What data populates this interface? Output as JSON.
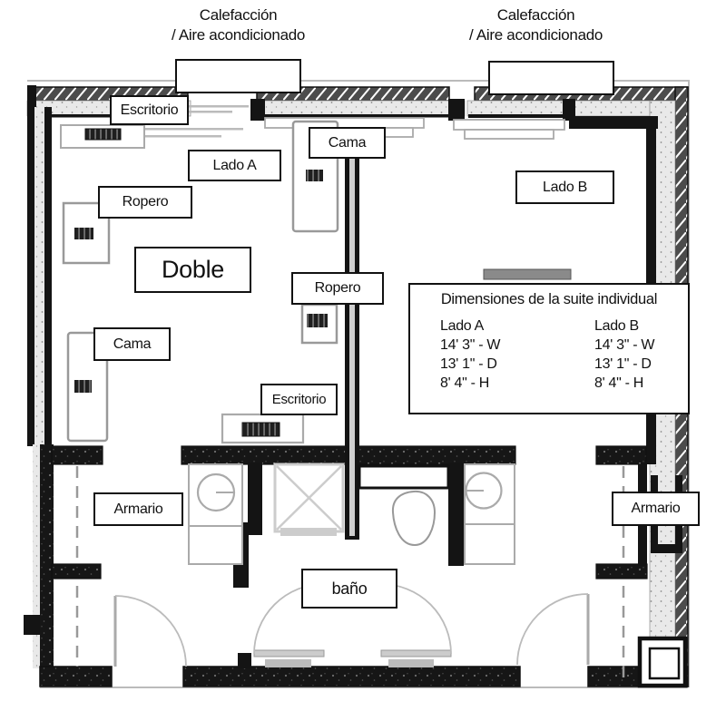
{
  "labels": {
    "escritorio_top": "Escritorio",
    "cama_top": "Cama",
    "lado_a": "Lado A",
    "lado_b": "Lado B",
    "ropero_left": "Ropero",
    "doble": "Doble",
    "ropero_mid": "Ropero",
    "cama_left": "Cama",
    "escritorio_mid": "Escritorio",
    "armario_left": "Armario",
    "armario_right": "Armario",
    "bano": "baño"
  },
  "hvac": {
    "units": [
      {
        "line1": "Calefacción",
        "line2": "/ Aire acondicionado"
      },
      {
        "line1": "Calefacción",
        "line2": "/ Aire acondicionado"
      }
    ]
  },
  "dimensions_panel": {
    "title": "Dimensiones de  la suite individual",
    "columns": [
      {
        "name": "Lado A",
        "lines": [
          "14' 3\" - W",
          "13' 1\" - D",
          "8' 4\" - H"
        ]
      },
      {
        "name": "Lado B",
        "lines": [
          "14' 3\" - W",
          "13' 1\" - D",
          "8' 4\" - H"
        ]
      }
    ]
  },
  "colors": {
    "wall": "#141414",
    "furniture_outline": "#999999",
    "stipple_bg": "#e9e9e9",
    "door_arc": "#bbbbbb"
  }
}
